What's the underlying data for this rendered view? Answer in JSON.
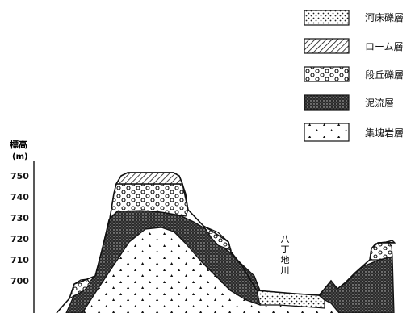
{
  "legend": [
    {
      "key": "riverbed_gravel",
      "label": "河床礫層",
      "pattern": "fine-dots"
    },
    {
      "key": "loam",
      "label": "ローム層",
      "pattern": "diagonal-hatch"
    },
    {
      "key": "terrace_gravel",
      "label": "段丘礫層",
      "pattern": "open-circles"
    },
    {
      "key": "mudflow",
      "label": "泥流層",
      "pattern": "dense-stipple"
    },
    {
      "key": "agglomerate",
      "label": "集塊岩層",
      "pattern": "triangles"
    }
  ],
  "axis": {
    "title": "標高",
    "unit": "(m)",
    "ticks": [
      "750",
      "740",
      "730",
      "720",
      "710",
      "700"
    ]
  },
  "annotation": {
    "river_name": "八丁地川"
  }
}
